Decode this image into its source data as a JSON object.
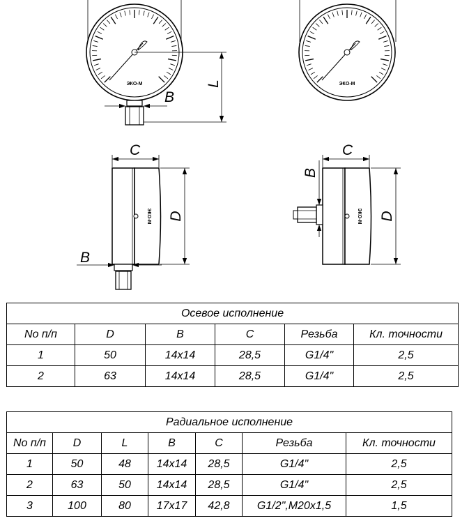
{
  "drawing": {
    "labels": {
      "B": "B",
      "L": "L",
      "C": "C",
      "D": "D"
    },
    "brand": "ЭКО-М"
  },
  "table_axial": {
    "title": "Осевое  исполнение",
    "headers": [
      "No п/п",
      "D",
      "B",
      "C",
      "Резьба",
      "Кл. точности"
    ],
    "rows": [
      [
        "1",
        "50",
        "14x14",
        "28,5",
        "G1/4\"",
        "2,5"
      ],
      [
        "2",
        "63",
        "14x14",
        "28,5",
        "G1/4\"",
        "2,5"
      ]
    ]
  },
  "table_radial": {
    "title": "Радиальное исполнение",
    "headers": [
      "No п/п",
      "D",
      "L",
      "B",
      "C",
      "Резьба",
      "Кл. точности"
    ],
    "rows": [
      [
        "1",
        "50",
        "48",
        "14x14",
        "28,5",
        "G1/4\"",
        "2,5"
      ],
      [
        "2",
        "63",
        "50",
        "14x14",
        "28,5",
        "G1/4\"",
        "2,5"
      ],
      [
        "3",
        "100",
        "80",
        "17x17",
        "42,8",
        "G1/2\",M20x1,5",
        "1,5"
      ]
    ]
  }
}
